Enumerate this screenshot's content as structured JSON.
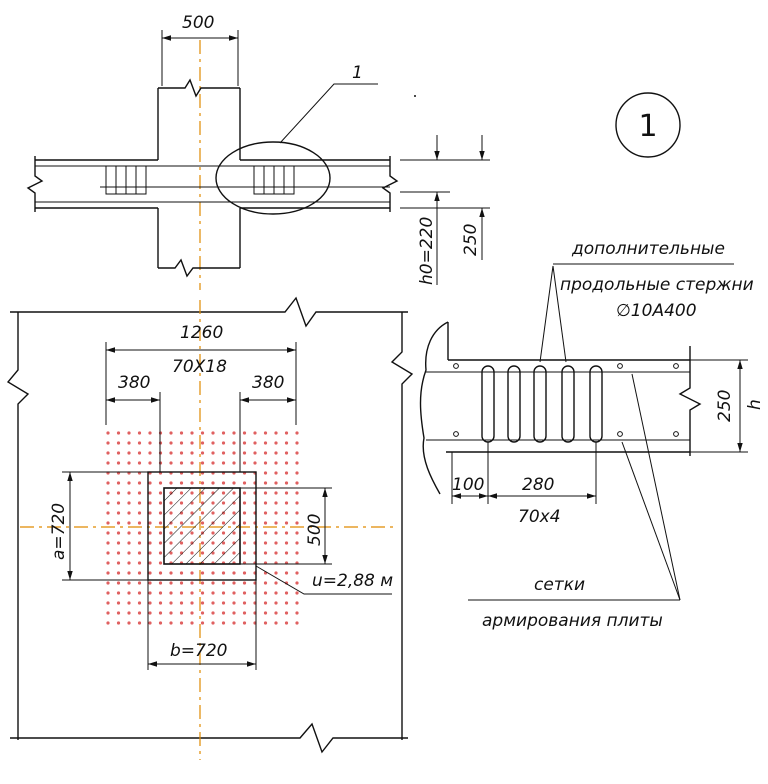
{
  "sheet_number": "1",
  "section_top": {
    "column_width": "500",
    "callout": "1",
    "h0": "h0=220",
    "slab_thickness": "250"
  },
  "plan": {
    "zone_width": "1260",
    "zone_spacing": "70X18",
    "offset_left": "380",
    "offset_right": "380",
    "a": "a=720",
    "b": "b=720",
    "column_height": "500",
    "perimeter": "u=2,88 м"
  },
  "detail": {
    "label_line1": "дополнительные",
    "label_line2": "продольные стержни",
    "bar_spec": "∅10А400",
    "height": "250",
    "h": "h",
    "edge_offset": "100",
    "bar_span": "280",
    "bar_spacing": "70x4",
    "mesh_line1": "сетки",
    "mesh_line2": "армирования плиты"
  },
  "colors": {
    "axis": "#e08a00",
    "dots": "#e06060",
    "lines": "#111111"
  }
}
